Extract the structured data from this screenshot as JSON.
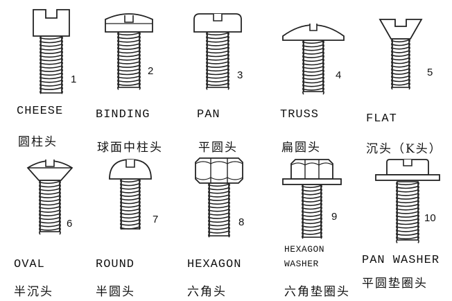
{
  "screws": [
    {
      "id": 1,
      "number": "1",
      "name": "CHEESE",
      "cn": "圆柱头",
      "head": "cheese"
    },
    {
      "id": 2,
      "number": "2",
      "name": "BINDING",
      "cn": "球面中柱头",
      "head": "binding"
    },
    {
      "id": 3,
      "number": "3",
      "name": "PAN",
      "cn": "平圆头",
      "head": "pan"
    },
    {
      "id": 4,
      "number": "4",
      "name": "TRUSS",
      "cn": "扁圆头",
      "head": "truss"
    },
    {
      "id": 5,
      "number": "5",
      "name": "FLAT",
      "cn": "沉头（K头）",
      "head": "flat"
    },
    {
      "id": 6,
      "number": "6",
      "name": "OVAL",
      "cn": "半沉头",
      "head": "oval"
    },
    {
      "id": 7,
      "number": "7",
      "name": "ROUND",
      "cn": "半圆头",
      "head": "round"
    },
    {
      "id": 8,
      "number": "8",
      "name": "HEXAGON",
      "cn": "六角头",
      "head": "hexagon"
    },
    {
      "id": 9,
      "number": "9",
      "name_line1": "HEXAGON",
      "name_line2": "WASHER",
      "cn": "六角垫圈头",
      "head": "hexwasher"
    },
    {
      "id": 10,
      "number": "10",
      "name": "PAN WASHER",
      "cn": "平圆垫圈头",
      "head": "panwasher"
    }
  ]
}
